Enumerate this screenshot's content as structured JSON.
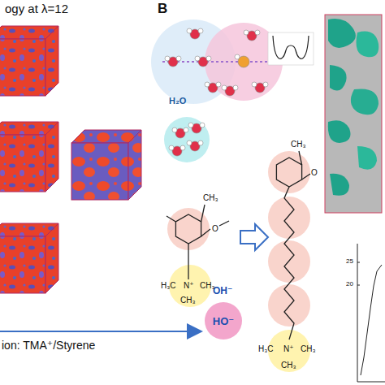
{
  "diagram": {
    "nodes": [
      {
        "text": [
          "HO⁻"
        ]
      }
    ],
    "labels": [
      "ogy at λ=12",
      "B",
      "H₂O",
      "ion: TMA⁺/Styrene",
      "OH⁻",
      "CH₃",
      "O",
      "H₃C",
      "N⁺",
      "CH₃",
      "CH₃",
      "CH₃",
      "O",
      "H₃C",
      "N⁺",
      "CH₃",
      "CH₃",
      "25",
      "20"
    ]
  }
}
